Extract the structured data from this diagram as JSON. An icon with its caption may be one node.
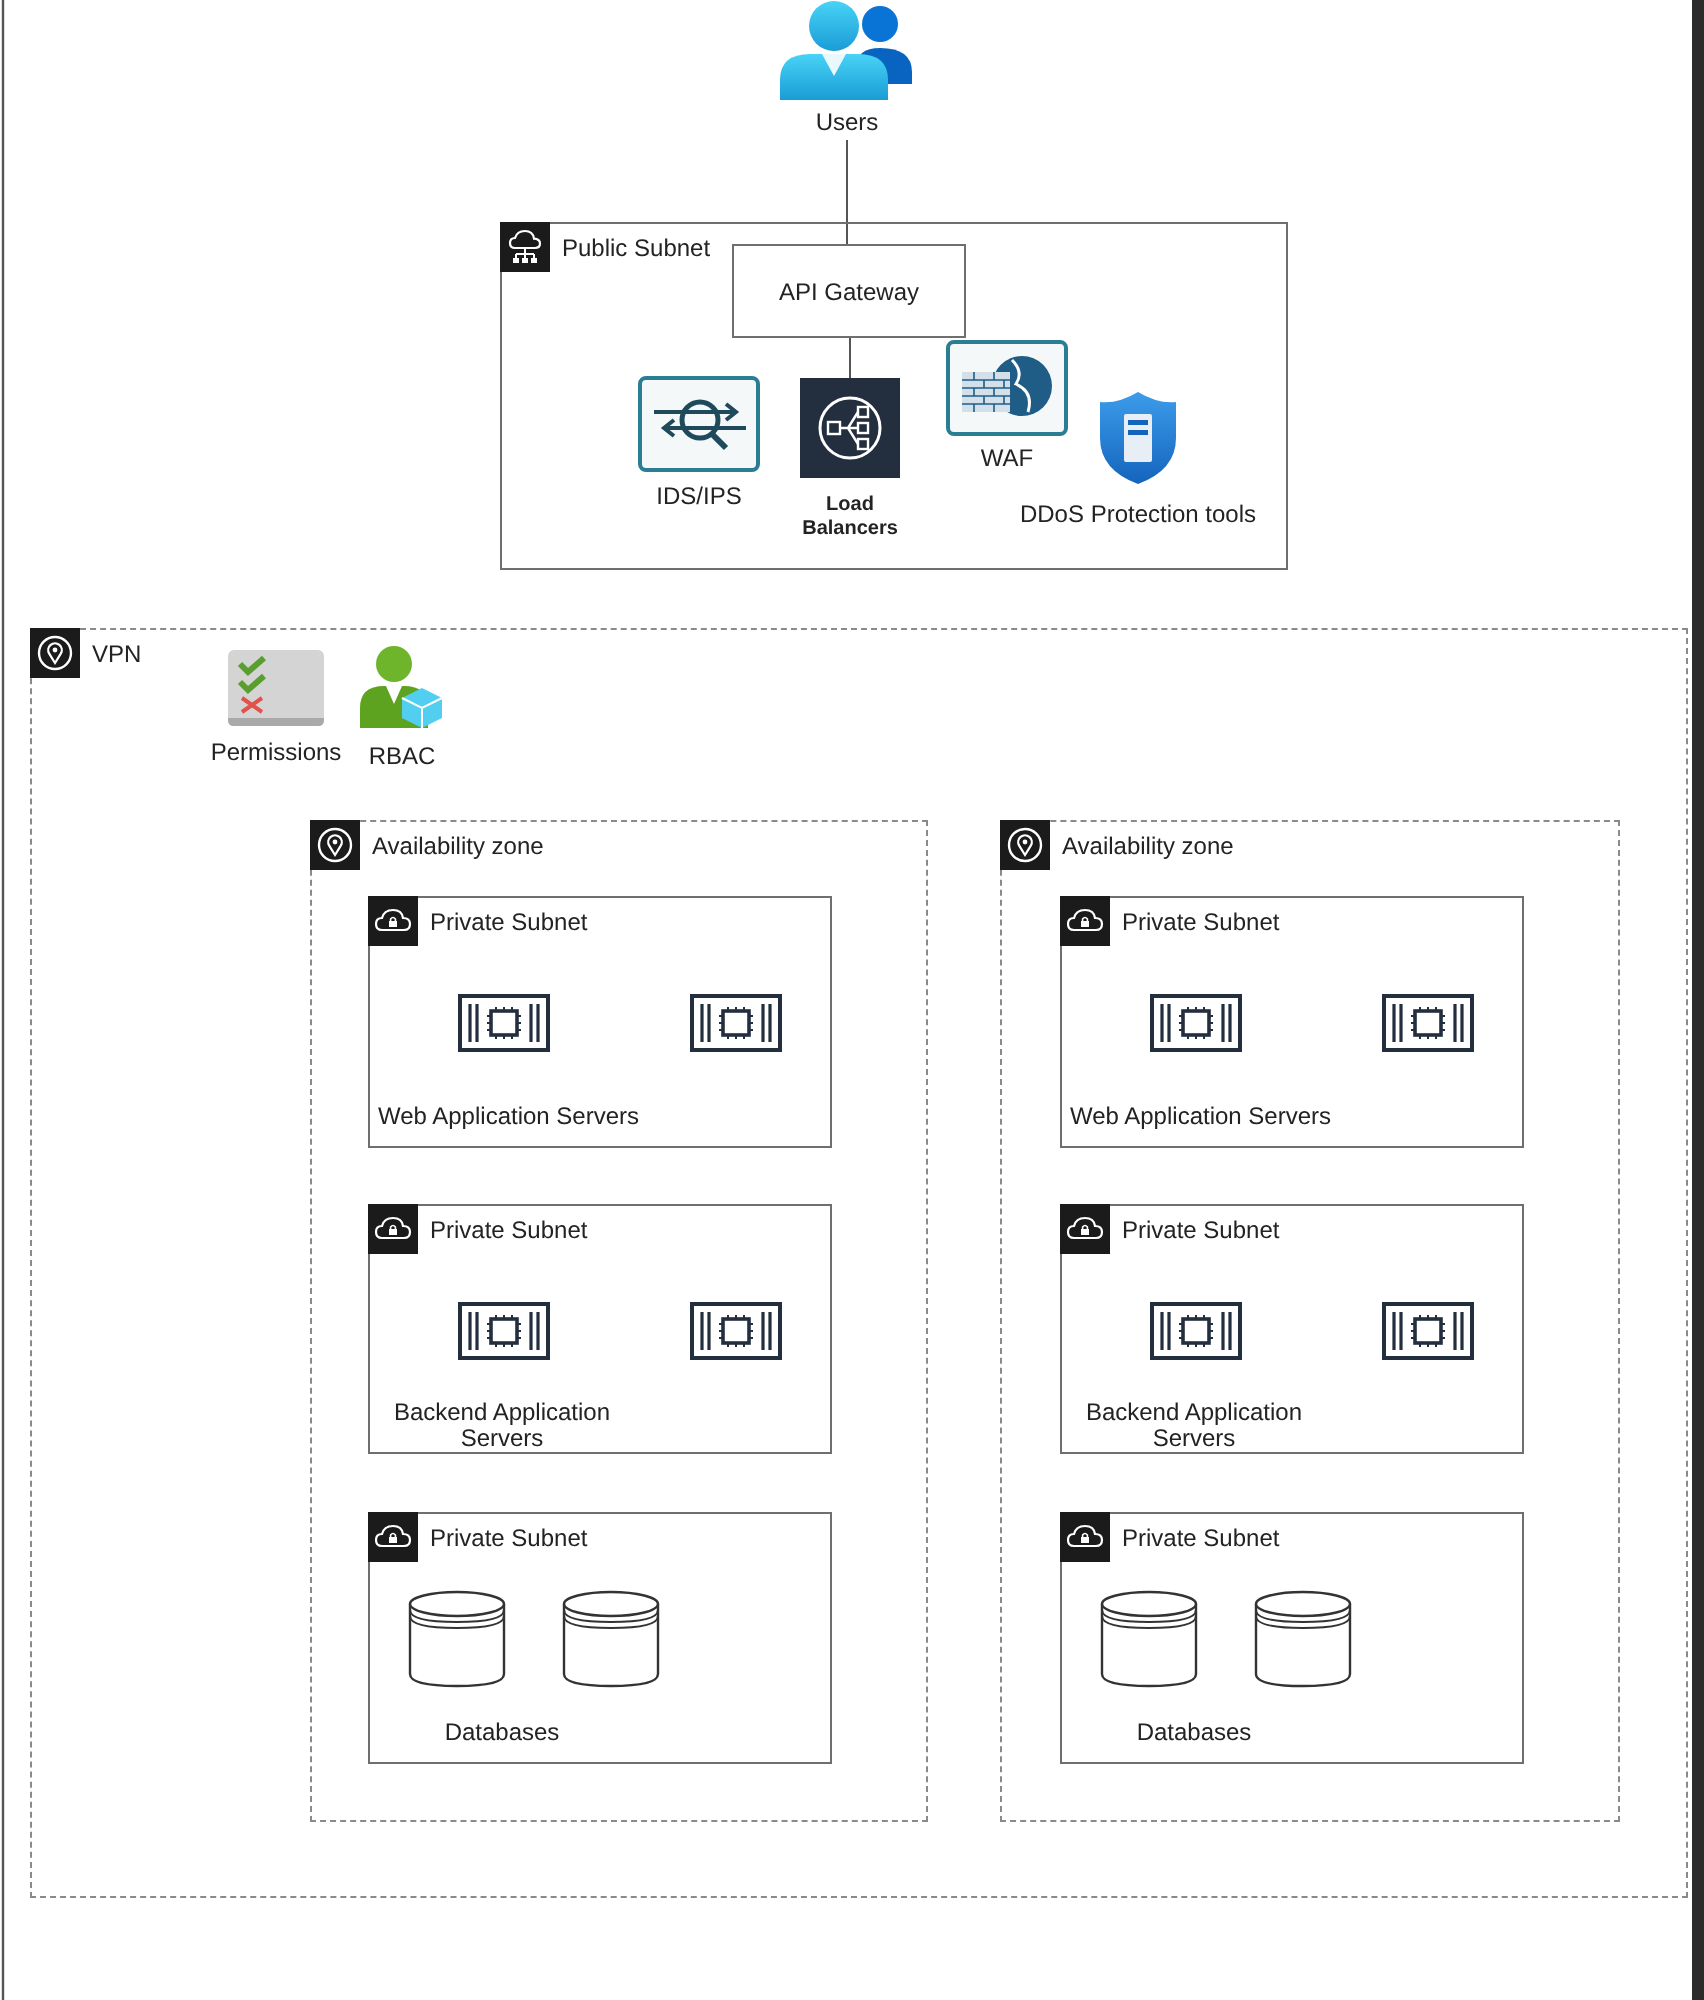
{
  "diagram": {
    "nodes": [
      {
        "text": [
          "Users"
        ]
      },
      {
        "text": [
          "Public Subnet"
        ]
      },
      {
        "text": [
          "API Gateway"
        ],
        "in": 1
      },
      {
        "text": [
          "IDS/IPS"
        ],
        "in": 1
      },
      {
        "text": [
          "Load Balancers"
        ],
        "in": 1
      },
      {
        "text": [
          "WAF"
        ],
        "in": 1
      },
      {
        "text": [
          "DDoS Protection tools"
        ],
        "in": 1
      },
      {
        "text": [
          "VPN"
        ]
      },
      {
        "text": [
          "Permissions"
        ],
        "in": 7
      },
      {
        "text": [
          "RBAC"
        ],
        "in": 7
      },
      {
        "text": [
          "Availability zone"
        ],
        "in": 7
      },
      {
        "text": [
          "Private Subnet",
          "Web Application Servers"
        ],
        "in": 10
      },
      {
        "text": [
          "Private Subnet",
          "Backend Application Servers"
        ],
        "in": 10
      },
      {
        "text": [
          "Private Subnet",
          "Databases"
        ],
        "in": 10
      },
      {
        "text": [
          "Availability zone"
        ],
        "in": 7
      },
      {
        "text": [
          "Private Subnet",
          "Web Application Servers"
        ],
        "in": 14
      },
      {
        "text": [
          "Private Subnet",
          "Backend Application Servers"
        ],
        "in": 14
      },
      {
        "text": [
          "Private Subnet",
          "Databases"
        ],
        "in": 14
      }
    ],
    "edges": [
      {
        "from": 0,
        "to": 2,
        "arrow": "none"
      },
      {
        "from": 2,
        "to": 4,
        "arrow": "none"
      }
    ]
  }
}
